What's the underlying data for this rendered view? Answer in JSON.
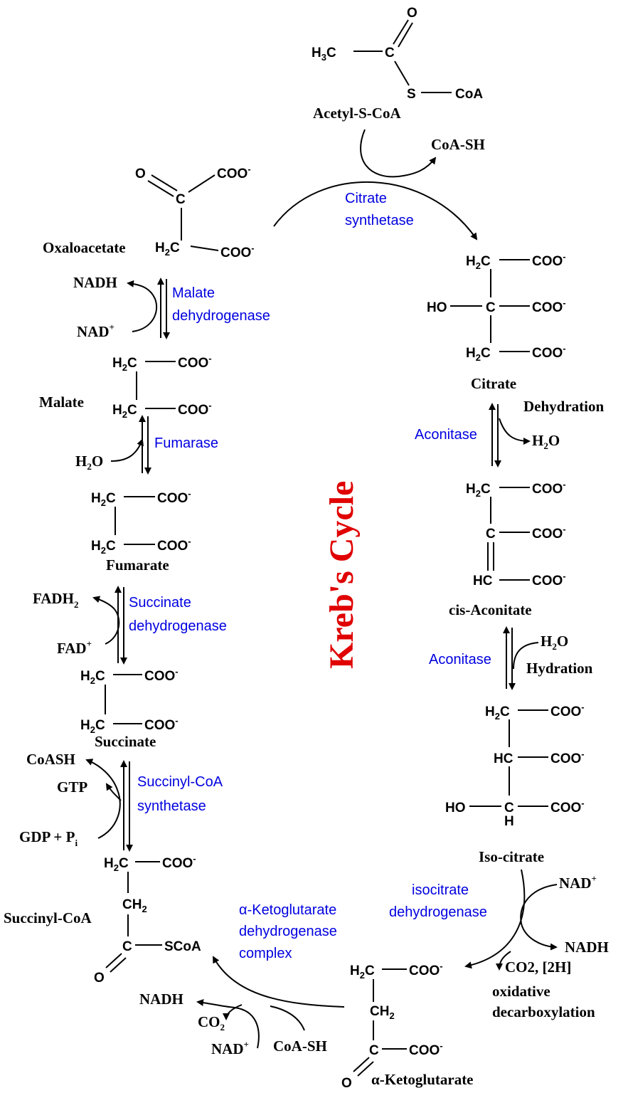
{
  "title": "Kreb's Cycle",
  "colors": {
    "enzyme": "#0000e0",
    "title": "#e00000",
    "text": "#000000"
  },
  "acetyl": {
    "h3c": "H3C",
    "c": "C",
    "o": "O",
    "s": "S",
    "coa": "CoA",
    "name": "Acetyl-S-CoA",
    "coash": "CoA-SH"
  },
  "citrate_synthetase": {
    "line1": "Citrate",
    "line2": "synthetase"
  },
  "oxaloacetate": {
    "o": "O",
    "c": "C",
    "coo1": "COO",
    "h2c": "H2C",
    "coo2": "COO",
    "name": "Oxaloacetate"
  },
  "citrate": {
    "h2c1": "H2C",
    "coo1": "COO",
    "ho": "HO",
    "c": "C",
    "coo2": "COO",
    "h2c2": "H2C",
    "coo3": "COO",
    "name": "Citrate"
  },
  "aconitase1": {
    "enzyme": "Aconitase",
    "process": "Dehydration",
    "product": "H2O"
  },
  "cis_aconitate": {
    "h2c": "H2C",
    "coo1": "COO",
    "c": "C",
    "coo2": "COO",
    "hc": "HC",
    "coo3": "COO",
    "name": "cis-Aconitate"
  },
  "aconitase2": {
    "enzyme": "Aconitase",
    "process": "Hydration",
    "reactant": "H2O"
  },
  "isocitrate": {
    "h2c": "H2C",
    "coo1": "COO",
    "hc": "HC",
    "coo2": "COO",
    "ho": "HO",
    "c": "C",
    "h": "H",
    "coo3": "COO",
    "name": "Iso-citrate"
  },
  "isocitrate_dh": {
    "line1": "isocitrate",
    "line2": "dehydrogenase",
    "nad": "NAD",
    "nadh": "NADH",
    "co2": "CO2, [2H]",
    "process1": "oxidative",
    "process2": "decarboxylation"
  },
  "akg": {
    "h2c": "H2C",
    "coo1": "COO",
    "ch2": "CH2",
    "c": "C",
    "coo2": "COO",
    "o": "O",
    "name": "α-Ketoglutarate"
  },
  "akg_dh": {
    "line1": "α-Ketoglutarate",
    "line2": "dehydrogenase",
    "line3": "complex",
    "nadh": "NADH",
    "co2": "CO2",
    "nad": "NAD",
    "coash": "CoA-SH"
  },
  "succinyl_coa": {
    "h2c": "H2C",
    "coo": "COO",
    "ch2": "CH2",
    "c": "C",
    "scoa": "SCoA",
    "o": "O",
    "name": "Succinyl-CoA"
  },
  "succinyl_synth": {
    "line1": "Succinyl-CoA",
    "line2": "synthetase",
    "coash": "CoASH",
    "gtp": "GTP",
    "gdp": "GDP + P"
  },
  "succinate": {
    "h2c1": "H2C",
    "coo1": "COO",
    "h2c2": "H2C",
    "coo2": "COO",
    "name": "Succinate"
  },
  "succinate_dh": {
    "line1": "Succinate",
    "line2": "dehydrogenase",
    "fadh2": "FADH",
    "fad": "FAD"
  },
  "fumarate": {
    "h2c1": "H2C",
    "coo1": "COO",
    "h2c2": "H2C",
    "coo2": "COO",
    "name": "Fumarate"
  },
  "fumarase": {
    "enzyme": "Fumarase",
    "h2o": "H2O"
  },
  "malate": {
    "h2c1": "H2C",
    "coo1": "COO",
    "h2c2": "H2C",
    "coo2": "COO",
    "name": "Malate"
  },
  "malate_dh": {
    "line1": "Malate",
    "line2": "dehydrogenase",
    "nadh": "NADH",
    "nad": "NAD"
  },
  "charges": {
    "minus": "-",
    "plus": "+",
    "two": "2",
    "three": "3",
    "i": "i"
  }
}
